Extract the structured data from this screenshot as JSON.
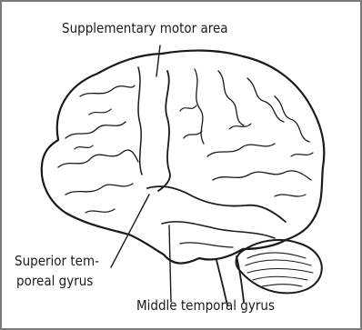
{
  "labels": {
    "supplementary_motor_area": "Supplementary motor area",
    "superior_temporal_gyrus_line1": "Superior tem-",
    "superior_temporal_gyrus_line2": "poreal gyrus",
    "middle_temporal_gyrus": "Middle temporal gyrus"
  }
}
